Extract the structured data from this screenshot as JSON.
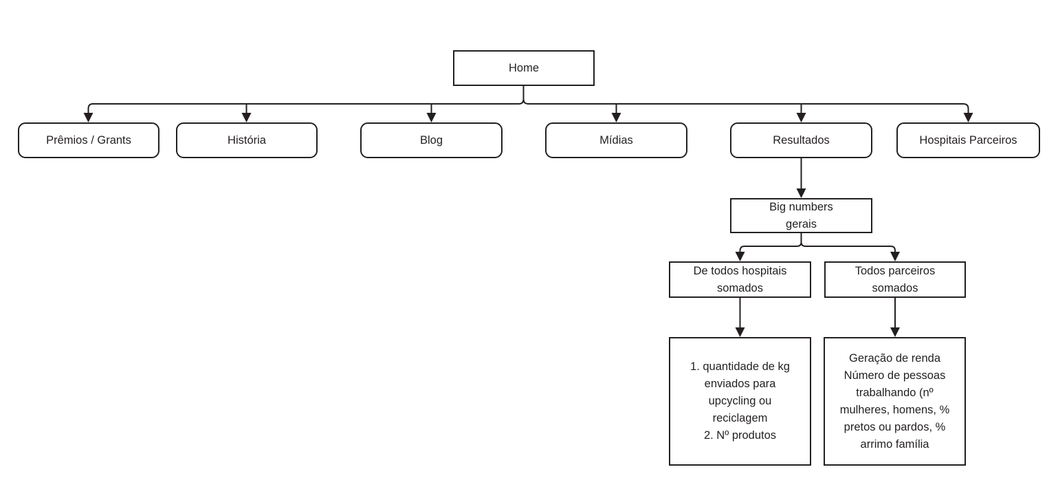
{
  "diagram": {
    "title": "Sitemap / Site structure flowchart",
    "background_color": "#ffffff",
    "line_color": "#231f20",
    "text_color": "#231f20",
    "nodes": {
      "home": {
        "label": "Home",
        "shape": "rectangle"
      },
      "premios": {
        "label": "Prêmios / Grants",
        "shape": "rounded-rectangle"
      },
      "historia": {
        "label": "História",
        "shape": "rounded-rectangle"
      },
      "blog": {
        "label": "Blog",
        "shape": "rounded-rectangle"
      },
      "midias": {
        "label": "Mídias",
        "shape": "rounded-rectangle"
      },
      "resultados": {
        "label": "Resultados",
        "shape": "rounded-rectangle"
      },
      "hospitais": {
        "label": "Hospitais Parceiros",
        "shape": "rounded-rectangle"
      },
      "big_numbers": {
        "label": "Big numbers\ngerais",
        "shape": "rectangle"
      },
      "todos_hospitais": {
        "label": "De todos hospitais\nsomados",
        "shape": "rectangle"
      },
      "todos_parceiros": {
        "label": "Todos parceiros\nsomados",
        "shape": "rectangle"
      },
      "hospitais_detalhe": {
        "label": "1. quantidade de kg\nenviados para\nupcycling ou\nreciclagem\n2. Nº produtos",
        "shape": "rectangle"
      },
      "parceiros_detalhe": {
        "label": "Geração de renda\nNúmero de pessoas\ntrabalhando (nº\nmulheres, homens, %\npretos ou pardos, %\narrimo família",
        "shape": "rectangle"
      }
    },
    "edges": [
      {
        "from": "home",
        "to": "premios"
      },
      {
        "from": "home",
        "to": "historia"
      },
      {
        "from": "home",
        "to": "blog"
      },
      {
        "from": "home",
        "to": "midias"
      },
      {
        "from": "home",
        "to": "resultados"
      },
      {
        "from": "home",
        "to": "hospitais"
      },
      {
        "from": "resultados",
        "to": "big_numbers"
      },
      {
        "from": "big_numbers",
        "to": "todos_hospitais"
      },
      {
        "from": "big_numbers",
        "to": "todos_parceiros"
      },
      {
        "from": "todos_hospitais",
        "to": "hospitais_detalhe"
      },
      {
        "from": "todos_parceiros",
        "to": "parceiros_detalhe"
      }
    ]
  }
}
